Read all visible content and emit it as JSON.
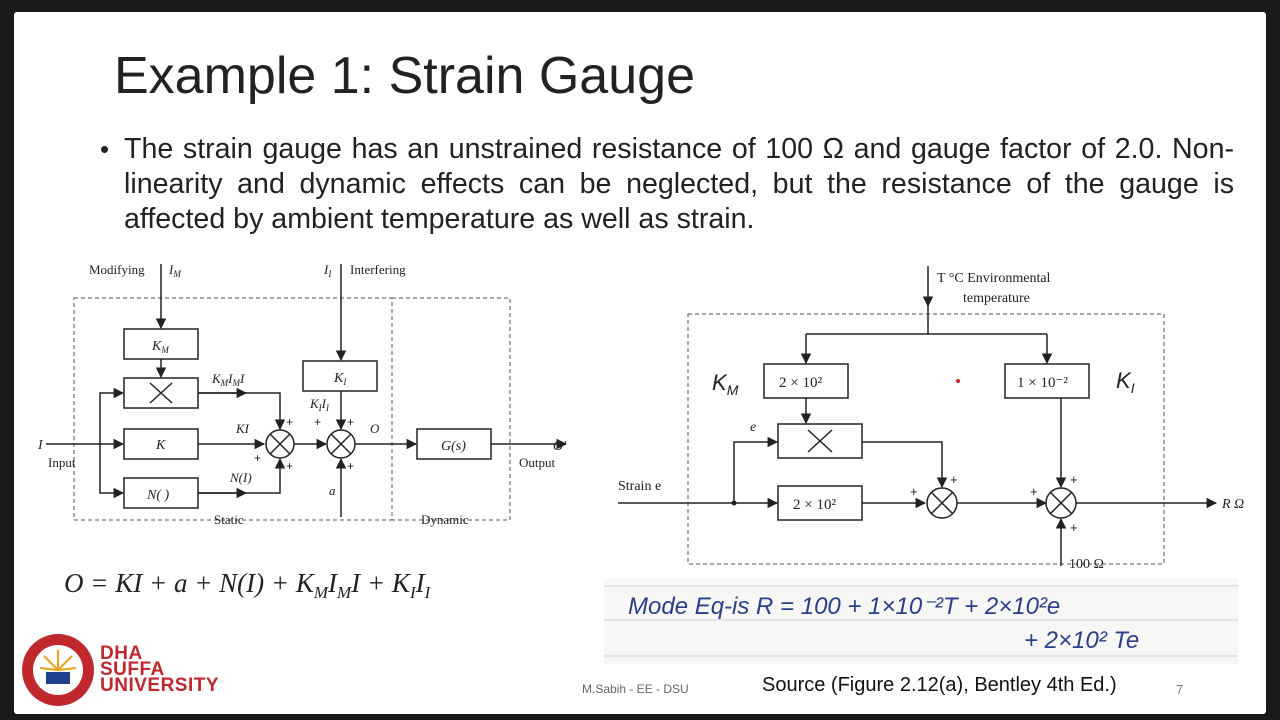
{
  "slide": {
    "title": "Example 1: Strain Gauge",
    "bullet": "The strain gauge has an unstrained resistance of 100 Ω and gauge factor of 2.0. Non-linearity and dynamic effects can be neglected, but the resistance of the gauge is affected by ambient temperature as well as strain."
  },
  "left_diagram": {
    "modifying": "Modifying",
    "interfering": "Interfering",
    "km_block": "KM",
    "ki_block": "KI",
    "k_block": "K",
    "n_block": "N( )",
    "g_block": "G(s)",
    "kmimi": "KMIMI",
    "kiii": "KIII",
    "ki_sig": "KI",
    "ni_sig": "N(I)",
    "input_sym": "I",
    "input_label": "Input",
    "output_sym": "O′",
    "output_label": "Output",
    "o_sig": "O",
    "a_sig": "a",
    "static_label": "Static",
    "dynamic_label": "Dynamic",
    "plus": "+"
  },
  "equation": "O = KI + a + N(I) + KMIMI + KIII",
  "right_diagram": {
    "temp_label_1": "T °C Environmental",
    "temp_label_2": "temperature",
    "km_label": "KM",
    "ki_label": "KI",
    "block_km": "2 × 10²",
    "block_ki": "1 × 10⁻²",
    "block_k": "2 × 10²",
    "e_label": "e",
    "strain_label": "Strain e",
    "r_label": "R Ω",
    "r0_label": "100 Ω",
    "plus": "+"
  },
  "handwritten": {
    "line1": "Mode Eq-is   R = 100 + 1×10⁻²T + 2×10²e",
    "line2": "+ 2×10² Te"
  },
  "source": "Source (Figure 2.12(a), Bentley 4th Ed.)",
  "footer": {
    "author": "M.Sabih - EE - DSU",
    "page": "7"
  },
  "logo": {
    "line1": "DHA",
    "line2": "SUFFA",
    "line3": "UNIVERSITY"
  }
}
